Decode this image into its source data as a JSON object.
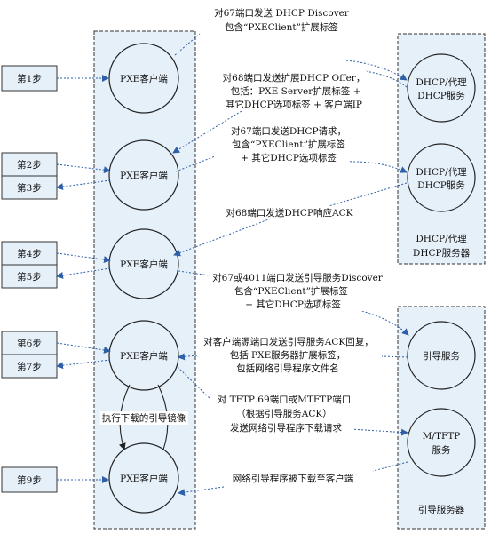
{
  "steps": {
    "s1": "第1步",
    "s2": "第2步",
    "s3": "第3步",
    "s4": "第4步",
    "s5": "第5步",
    "s6": "第6步",
    "s7": "第7步",
    "s9": "第9步"
  },
  "nodes": {
    "client": "PXE客户端",
    "dhcp_line1": "DHCP/代理",
    "dhcp_line2": "DHCP服务",
    "boot_service": "引导服务",
    "tftp_line1": "M/TFTP",
    "tftp_line2": "服务"
  },
  "panels": {
    "dhcp_server_line1": "DHCP/代理",
    "dhcp_server_line2": "DHCP服务器",
    "boot_server": "引导服务器"
  },
  "messages": {
    "m1": [
      "对67端口发送 DHCP Discover",
      "包含“PXEClient”扩展标签"
    ],
    "m2": [
      "对68端口发送扩展DHCP Offer，",
      "包括：PXE Server扩展标签 +",
      "其它DHCP选项标签 + 客户端IP"
    ],
    "m3": [
      "对67端口发送DHCP请求，",
      "包含“PXEClient”扩展标签",
      "+ 其它DHCP选项标签"
    ],
    "m4": [
      "对68端口发送DHCP响应ACK"
    ],
    "m5": [
      "对67或4011端口发送引导服务Discover",
      "包含“PXEClient”扩展标签",
      "+ 其它DHCP选项标签"
    ],
    "m6": [
      "对客户端源端口发送引导服务ACK回复，",
      "包括 PXE服务器扩展标签，",
      "包括网络引导程序文件名"
    ],
    "m7": [
      "对 TFTP 69端口或MTFTP端口",
      "（根据引导服务ACK）",
      "发送网络引导程序下载请求"
    ],
    "m8": [
      "执行下载的引导镜像"
    ],
    "m9": [
      "网络引导程序被下载至客户端"
    ]
  }
}
